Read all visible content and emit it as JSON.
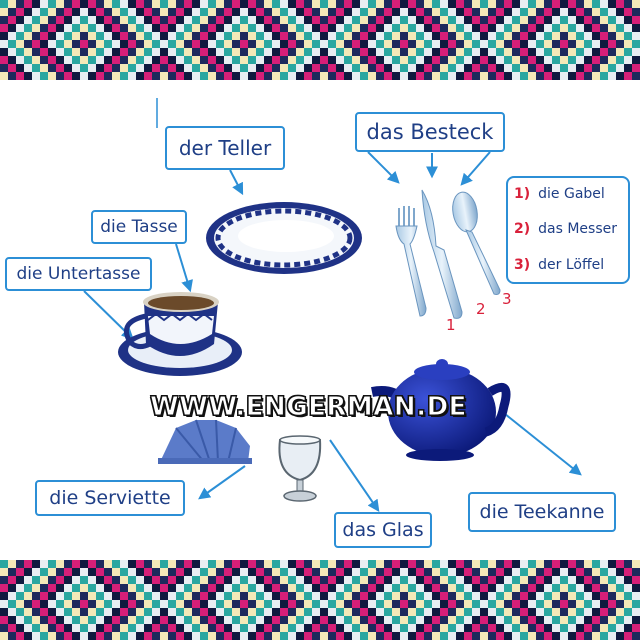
{
  "labels": {
    "teller": "der Teller",
    "besteck": "das Besteck",
    "tasse": "die Tasse",
    "untertasse": "die Untertasse",
    "serviette": "die Serviette",
    "glas": "das Glas",
    "teekanne": "die Teekanne"
  },
  "cutlery": [
    {
      "num": "1)",
      "label": "die Gabel"
    },
    {
      "num": "2)",
      "label": "das Messer"
    },
    {
      "num": "3)",
      "label": "der Löffel"
    }
  ],
  "cutlery_digits": [
    "1",
    "2",
    "3"
  ],
  "watermark": "WWW.ENGERMAN.DE",
  "colors": {
    "label_border": "#2c8fd6",
    "label_text": "#1f3f86",
    "number_red": "#d9213b",
    "porcelain_blue": "#1f3286",
    "band_pink": "#d61f78"
  }
}
